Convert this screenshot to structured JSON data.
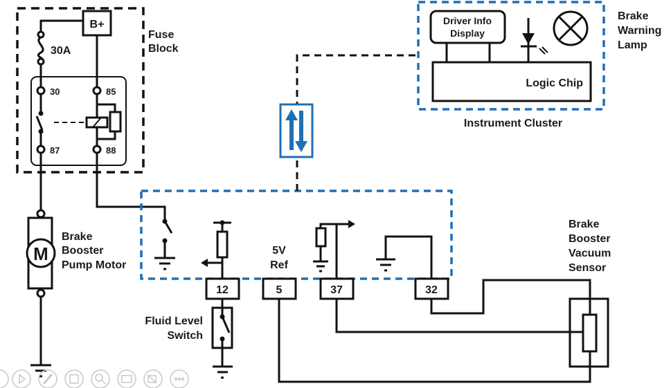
{
  "diagram": {
    "fuse_block": {
      "label_line1": "Fuse",
      "label_line2": "Block",
      "bplus": "B+",
      "fuse_rating": "30A"
    },
    "relay": {
      "pins": {
        "p30": "30",
        "p85": "85",
        "p87": "87",
        "p88": "88"
      }
    },
    "motor": {
      "symbol": "M",
      "label_line1": "Brake",
      "label_line2": "Booster",
      "label_line3": "Pump Motor"
    },
    "instrument_cluster": {
      "label": "Instrument Cluster",
      "display_line1": "Driver Info",
      "display_line2": "Display",
      "logic_chip": "Logic Chip",
      "lamp_line1": "Brake",
      "lamp_line2": "Warning",
      "lamp_line3": "Lamp"
    },
    "module": {
      "ref_line1": "5V",
      "ref_line2": "Ref",
      "pins": {
        "p12": "12",
        "p5": "5",
        "p37": "37",
        "p32": "32"
      }
    },
    "fluid_switch": {
      "label_line1": "Fluid Level",
      "label_line2": "Switch"
    },
    "vacuum_sensor": {
      "label_line1": "Brake",
      "label_line2": "Booster",
      "label_line3": "Vacuum",
      "label_line4": "Sensor"
    },
    "colors": {
      "bus_blue": "#1f6fb5",
      "wire": "#111111"
    }
  },
  "slideshow_controls": [
    {
      "name": "previous",
      "icon": "previous-icon"
    },
    {
      "name": "play",
      "icon": "play-icon"
    },
    {
      "name": "pen",
      "icon": "pen-icon"
    },
    {
      "name": "slides",
      "icon": "slides-icon"
    },
    {
      "name": "zoom",
      "icon": "zoom-icon"
    },
    {
      "name": "subtitles",
      "icon": "subtitles-icon"
    },
    {
      "name": "camera",
      "icon": "camera-off-icon"
    },
    {
      "name": "more",
      "icon": "more-icon"
    }
  ]
}
